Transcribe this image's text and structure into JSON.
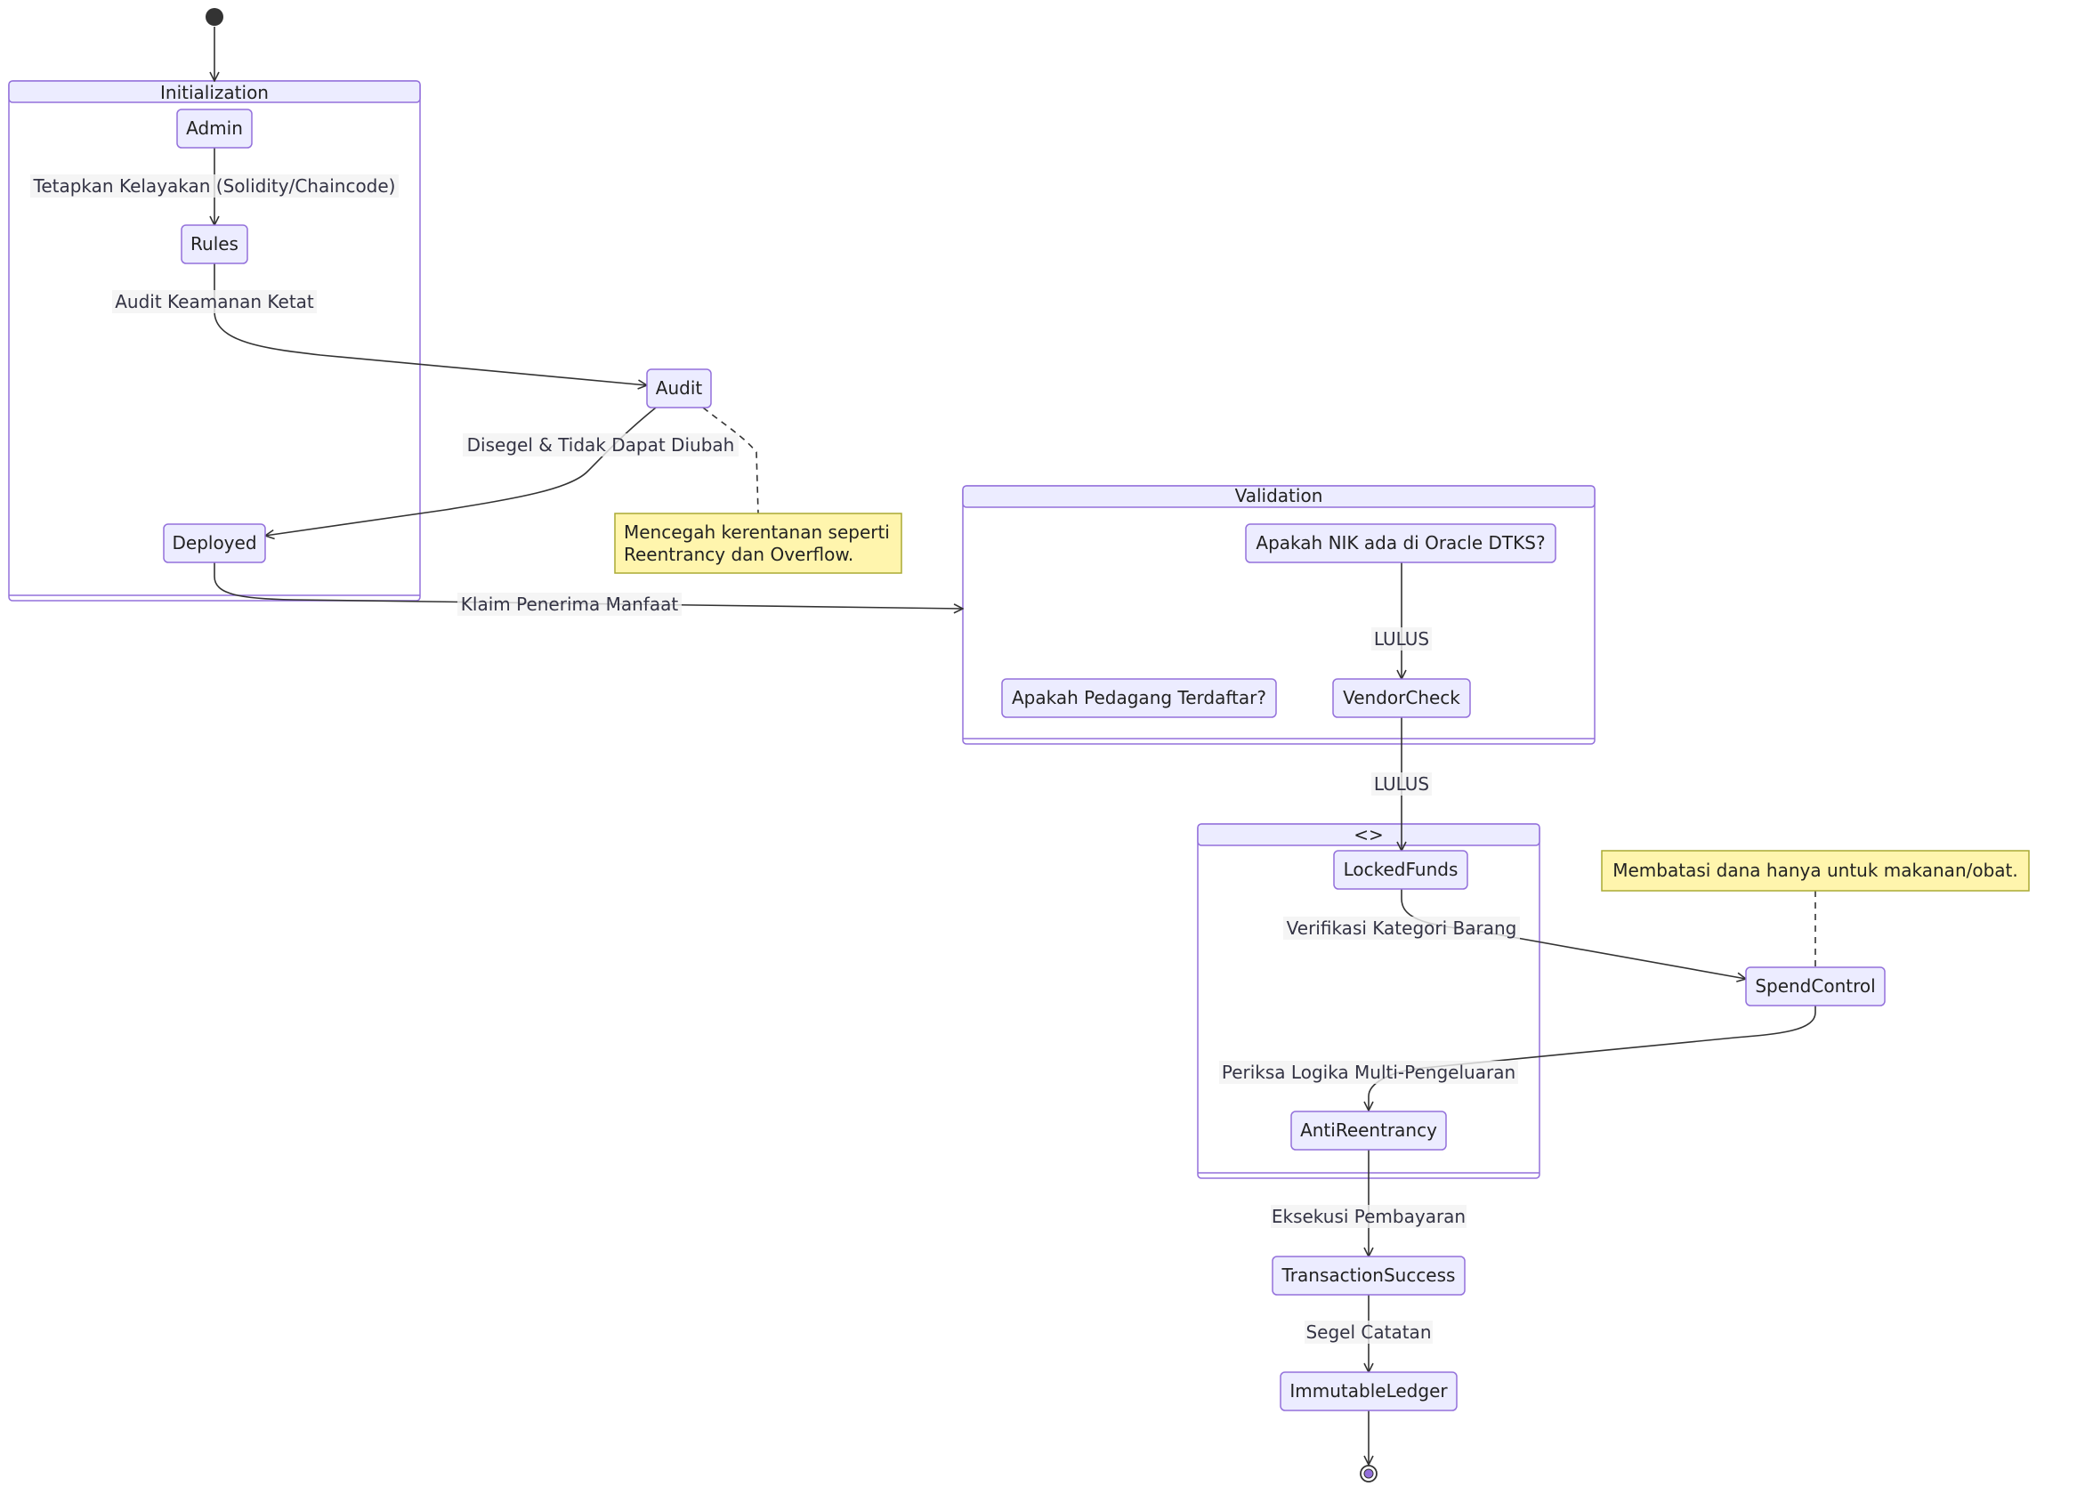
{
  "clusters": {
    "initialization": "Initialization",
    "validation": "Validation",
    "choice": "<>"
  },
  "states": {
    "admin": "Admin",
    "rules": "Rules",
    "audit": "Audit",
    "deployed": "Deployed",
    "nik_check": "Apakah NIK ada di Oracle DTKS?",
    "vendor_question": "Apakah Pedagang Terdaftar?",
    "vendor_check": "VendorCheck",
    "locked_funds": "LockedFunds",
    "spend_control": "SpendControl",
    "anti_reentrancy": "AntiReentrancy",
    "transaction_success": "TransactionSuccess",
    "immutable_ledger": "ImmutableLedger"
  },
  "edges": {
    "admin_rules": "Tetapkan Kelayakan (Solidity/Chaincode)",
    "rules_audit": "Audit Keamanan Ketat",
    "audit_deployed": "Disegel & Tidak Dapat Diubah",
    "deployed_validation": "Klaim Penerima Manfaat",
    "nik_vendor": "LULUS",
    "vendor_locked": "LULUS",
    "locked_spend": "Verifikasi Kategori Barang",
    "spend_anti": "Periksa Logika Multi-Pengeluaran",
    "anti_success": "Eksekusi Pembayaran",
    "success_ledger": "Segel Catatan"
  },
  "notes": {
    "audit_note_line1": "Mencegah kerentanan seperti",
    "audit_note_line2": "Reentrancy dan Overflow.",
    "spend_note": "Membatasi dana hanya untuk makanan/obat."
  },
  "colors": {
    "state_fill": "#ececff",
    "state_stroke": "#9370db",
    "note_fill": "#fff5ad",
    "note_stroke": "#aaaa33",
    "edge": "#333333"
  }
}
